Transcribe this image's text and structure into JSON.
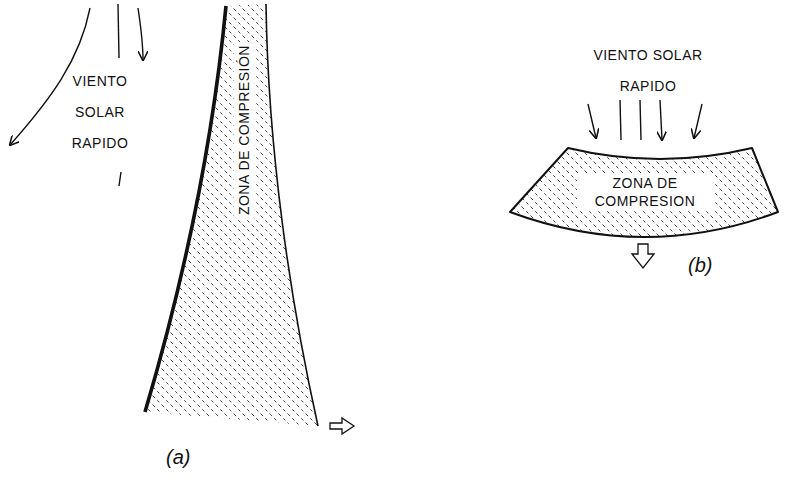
{
  "diagram": {
    "nodes": [
      {
        "text": [
          "ZONA DE COMPRESIÓN"
        ]
      },
      {
        "text": [
          "ZONA DE COMPRESION"
        ]
      }
    ],
    "labels": [
      "VIENTO SOLAR RAPIDO",
      "(a)",
      "VIENTO SOLAR RAPIDO",
      "(b)"
    ]
  }
}
